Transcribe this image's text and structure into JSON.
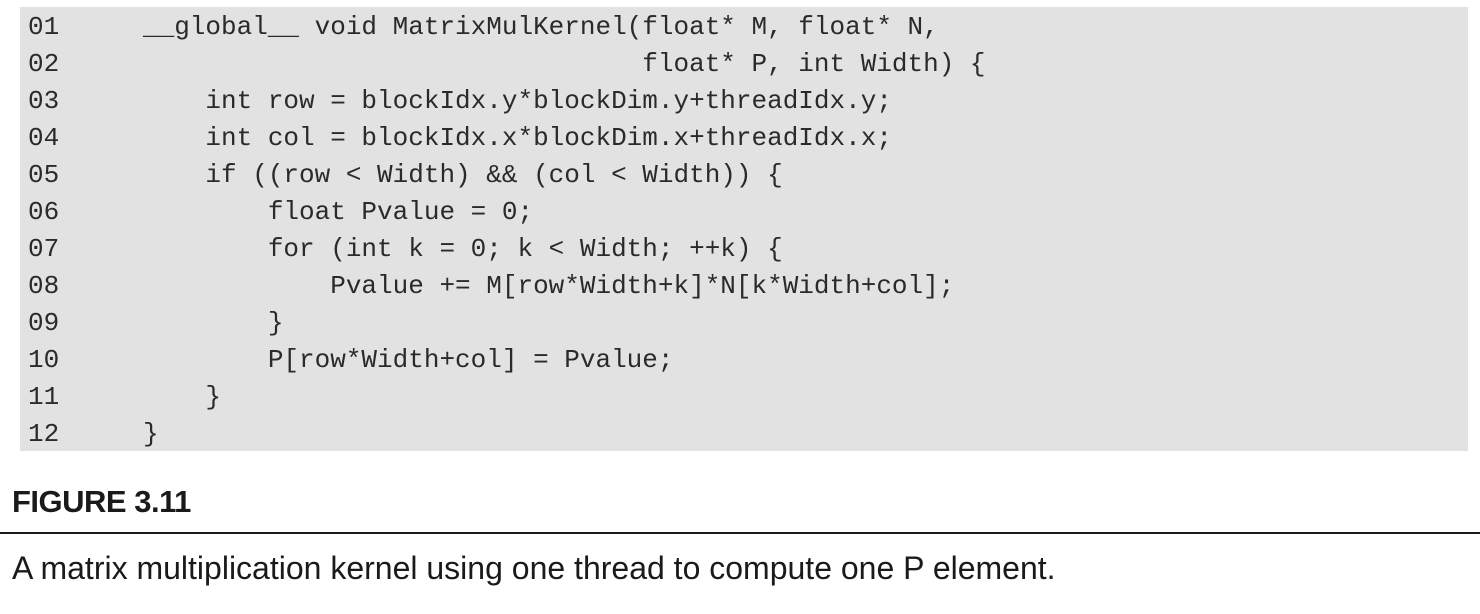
{
  "code": {
    "lines": [
      {
        "number": "01",
        "text": "__global__ void MatrixMulKernel(float* M, float* N,"
      },
      {
        "number": "02",
        "text": "                                float* P, int Width) {"
      },
      {
        "number": "03",
        "text": "    int row = blockIdx.y*blockDim.y+threadIdx.y;"
      },
      {
        "number": "04",
        "text": "    int col = blockIdx.x*blockDim.x+threadIdx.x;"
      },
      {
        "number": "05",
        "text": "    if ((row < Width) && (col < Width)) {"
      },
      {
        "number": "06",
        "text": "        float Pvalue = 0;"
      },
      {
        "number": "07",
        "text": "        for (int k = 0; k < Width; ++k) {"
      },
      {
        "number": "08",
        "text": "            Pvalue += M[row*Width+k]*N[k*Width+col];"
      },
      {
        "number": "09",
        "text": "        }"
      },
      {
        "number": "10",
        "text": "        P[row*Width+col] = Pvalue;"
      },
      {
        "number": "11",
        "text": "    }"
      },
      {
        "number": "12",
        "text": "}"
      }
    ]
  },
  "figure": {
    "label": "FIGURE 3.11",
    "caption": "A matrix multiplication kernel using one thread to compute one P element."
  }
}
